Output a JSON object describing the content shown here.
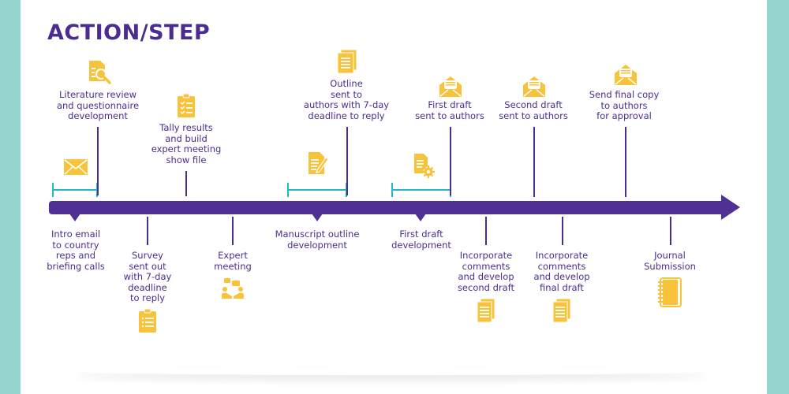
{
  "title": "ACTION/STEP",
  "colors": {
    "primary": "#4b2d8f",
    "bar": "#4f3195",
    "accent": "#22b8c6",
    "icon": "#f8c239",
    "frame": "#96d4cf"
  },
  "above_steps": [
    {
      "label": "Literature review\nand questionnaire\ndevelopment",
      "icon": "document-search-icon"
    },
    {
      "label": "Tally results\nand build\nexpert meeting\nshow file",
      "icon": "clipboard-checklist-icon"
    },
    {
      "label": "Outline\nsent to\nauthors with 7-day\ndeadline to reply",
      "icon": "documents-icon"
    },
    {
      "label": "First draft\nsent to authors",
      "icon": "open-envelope-icon"
    },
    {
      "label": "Second draft\nsent to authors",
      "icon": "open-envelope-icon"
    },
    {
      "label": "Send final copy\nto authors\nfor approval",
      "icon": "open-envelope-icon"
    }
  ],
  "range_icons": [
    {
      "icon": "envelope-icon"
    },
    {
      "icon": "document-edit-icon"
    },
    {
      "icon": "document-gear-icon"
    }
  ],
  "below_steps": [
    {
      "label": "Intro email\nto country\nreps and\nbriefing calls"
    },
    {
      "label": "Survey\nsent out\nwith 7-day\ndeadline\nto reply",
      "icon": "clipboard-list-icon"
    },
    {
      "label": "Expert\nmeeting",
      "icon": "meeting-people-icon"
    },
    {
      "label": "Manuscript outline\ndevelopment"
    },
    {
      "label": "First draft\ndevelopment"
    },
    {
      "label": "Incorporate\ncomments\nand develop\nsecond draft",
      "icon": "documents-icon"
    },
    {
      "label": "Incorporate\ncomments\nand develop\nfinal draft",
      "icon": "documents-icon"
    },
    {
      "label": "Journal\nSubmission",
      "icon": "notebook-icon"
    }
  ]
}
